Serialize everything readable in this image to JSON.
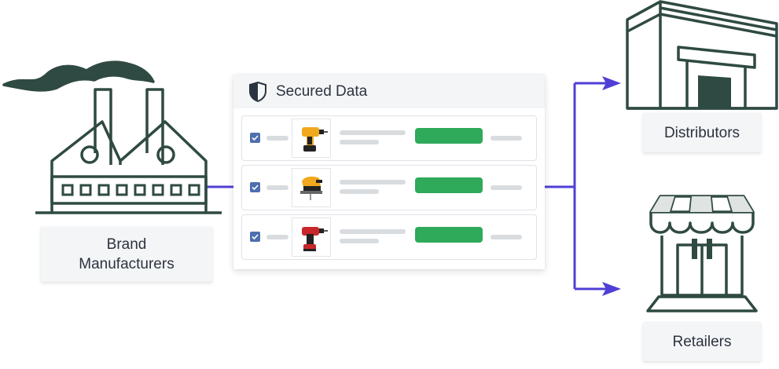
{
  "manufacturer": {
    "label_line1": "Brand",
    "label_line2": "Manufacturers"
  },
  "panel": {
    "title": "Secured Data",
    "rows": [
      {
        "product_icon": "drill-icon",
        "checked": true
      },
      {
        "product_icon": "jigsaw-icon",
        "checked": true
      },
      {
        "product_icon": "cordless-drill-icon",
        "checked": true
      }
    ]
  },
  "destinations": {
    "distributors": "Distributors",
    "retailers": "Retailers"
  },
  "colors": {
    "outline": "#2f4a42",
    "connector": "#4f3fd6",
    "status_green": "#2fa95a",
    "checkbox": "#4e6fae"
  }
}
